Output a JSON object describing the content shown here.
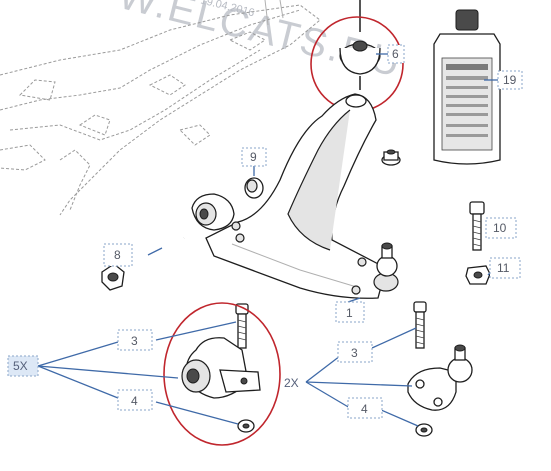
{
  "watermark": {
    "text": "W.ELCATS.RU",
    "date": "19.04.2016"
  },
  "callouts": {
    "p1": "1",
    "p3a": "3",
    "p3b": "3",
    "p4a": "4",
    "p4b": "4",
    "p6": "6",
    "p8": "8",
    "p9": "9",
    "p10": "10",
    "p11": "11",
    "p19": "19"
  },
  "multipliers": {
    "five": "5X",
    "two": "2X"
  },
  "colors": {
    "highlight": "#c0262d",
    "leader": "#3f6aa8",
    "label_box": "#8aa6c8"
  }
}
